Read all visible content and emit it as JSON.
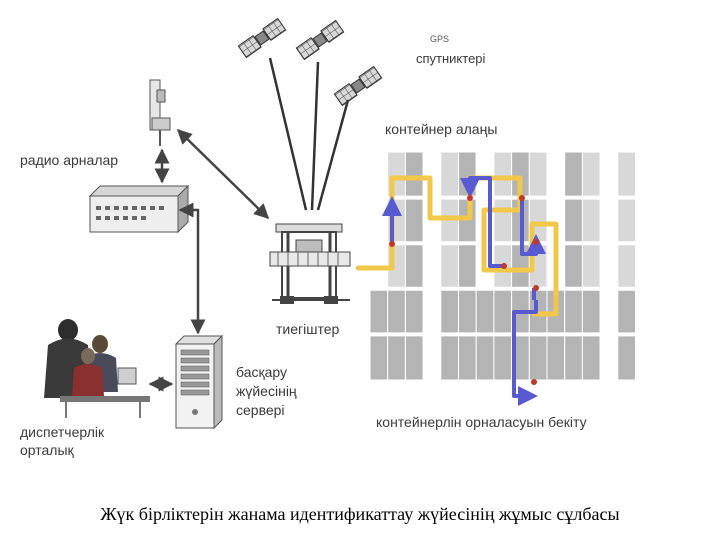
{
  "labels": {
    "gps": "GPS",
    "satellites": "спутниктері",
    "radio": "радио арналар",
    "container_area": "контейнер алаңы",
    "loaders": "тиегіштер",
    "server_line1": "басқару",
    "server_line2": "жүйесінің",
    "server_line3": "сервері",
    "dispatch_line1": "диспетчерлік",
    "dispatch_line2": "орталық",
    "placement": "контейнерлін орналасуын бекіту"
  },
  "caption": "Жүк бірліктерін жанама идентификаттау жүйесінің жұмыс сұлбасы",
  "colors": {
    "yellow_path": "#f2c84b",
    "blue_path": "#5a5ad0",
    "grid_dark": "#b4b4b4",
    "grid_light": "#d8d8d8",
    "marker": "#c0392b"
  },
  "icons": [
    "satellite-icon",
    "radio-antenna-icon",
    "radio-unit-icon",
    "straddle-carrier-icon",
    "server-tower-icon",
    "dispatcher-people-icon"
  ]
}
